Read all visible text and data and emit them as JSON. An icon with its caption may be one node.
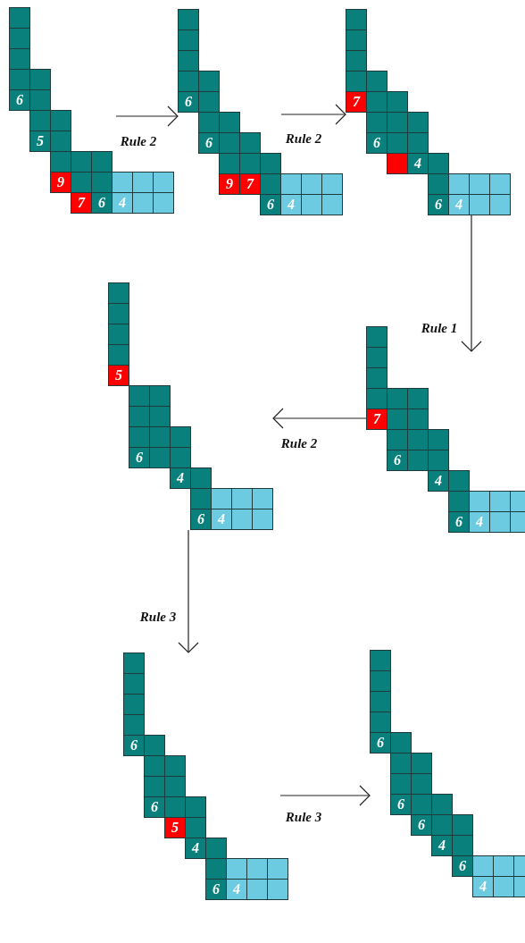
{
  "diagram": {
    "nodes": [
      {
        "text": [
          "6",
          "5",
          "9",
          "7",
          "6",
          "4"
        ]
      },
      {
        "text": [
          "6",
          "6",
          "9",
          "7",
          "6",
          "4"
        ]
      },
      {
        "text": [
          "7",
          "6",
          "4",
          "6",
          "4"
        ]
      },
      {
        "text": [
          "5",
          "6",
          "4",
          "6",
          "4"
        ]
      },
      {
        "text": [
          "7",
          "6",
          "4",
          "6",
          "4"
        ]
      },
      {
        "text": [
          "6",
          "6",
          "5",
          "4",
          "6",
          "4"
        ]
      },
      {
        "text": [
          "6",
          "6",
          "6",
          "4",
          "6",
          "4"
        ]
      }
    ],
    "edges": [
      {
        "from": 0,
        "to": 1,
        "arrow": "to",
        "label": "Rule 2"
      },
      {
        "from": 1,
        "to": 2,
        "arrow": "to",
        "label": "Rule 2"
      },
      {
        "from": 2,
        "to": 4,
        "arrow": "to",
        "label": "Rule 1"
      },
      {
        "from": 4,
        "to": 3,
        "arrow": "to",
        "label": "Rule 2"
      },
      {
        "from": 3,
        "to": 5,
        "arrow": "to",
        "label": "Rule 3"
      },
      {
        "from": 5,
        "to": 6,
        "arrow": "to",
        "label": "Rule 3"
      }
    ]
  }
}
